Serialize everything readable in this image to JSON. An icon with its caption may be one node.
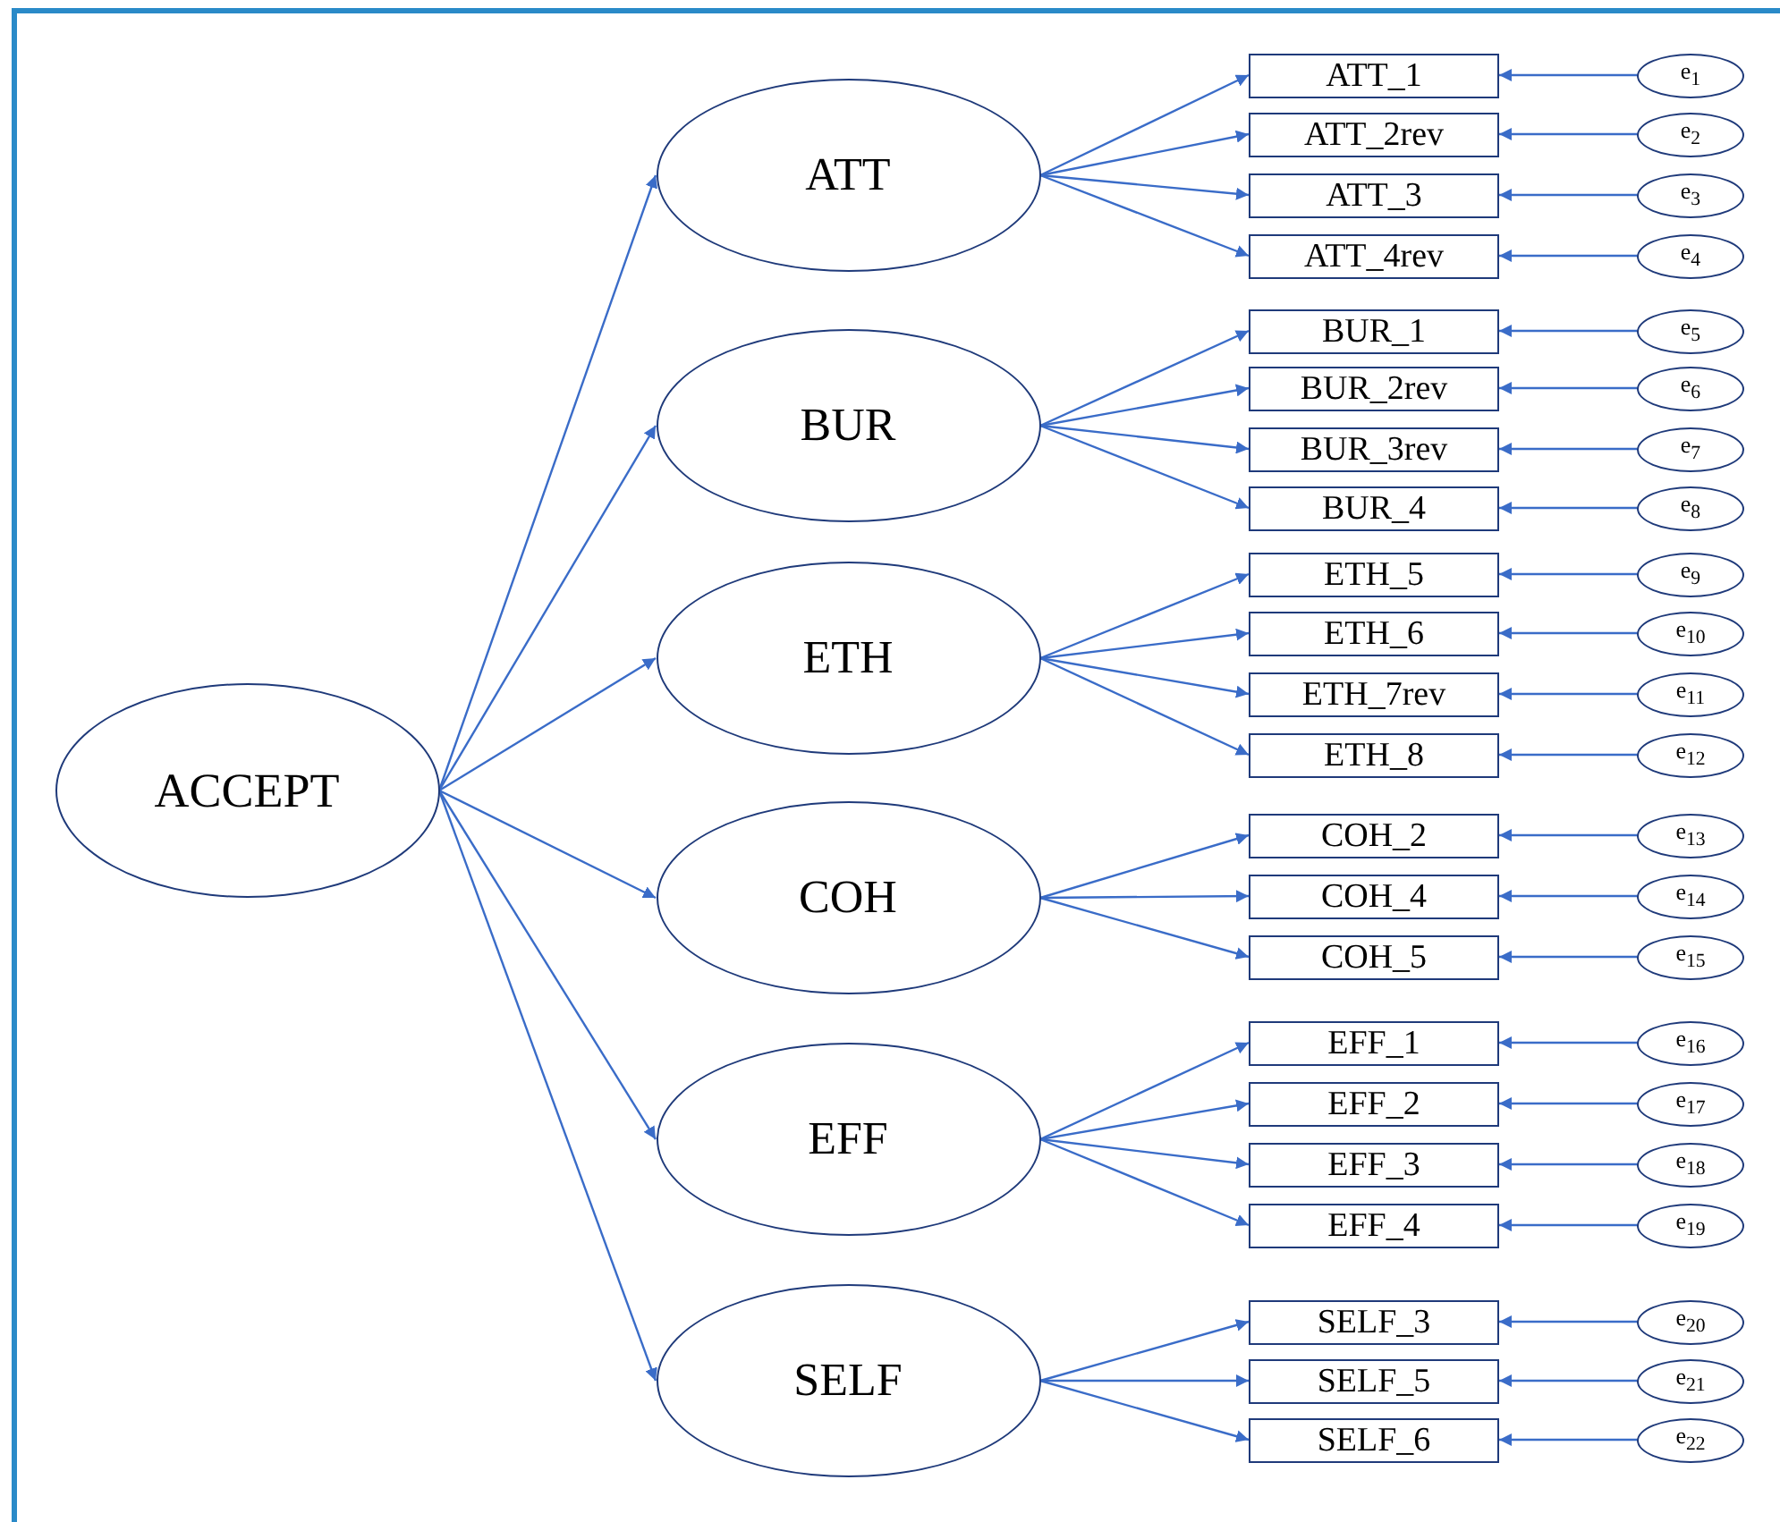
{
  "diagram": {
    "nodes": [
      {
        "text": [
          "ACCEPT"
        ]
      },
      {
        "text": [
          "ATT"
        ]
      },
      {
        "text": [
          "BUR"
        ]
      },
      {
        "text": [
          "ETH"
        ]
      },
      {
        "text": [
          "COH"
        ]
      },
      {
        "text": [
          "EFF"
        ]
      },
      {
        "text": [
          "SELF"
        ]
      },
      {
        "text": [
          "ATT_1"
        ]
      },
      {
        "text": [
          "ATT_2rev"
        ]
      },
      {
        "text": [
          "ATT_3"
        ]
      },
      {
        "text": [
          "ATT_4rev"
        ]
      },
      {
        "text": [
          "BUR_1"
        ]
      },
      {
        "text": [
          "BUR_2rev"
        ]
      },
      {
        "text": [
          "BUR_3rev"
        ]
      },
      {
        "text": [
          "BUR_4"
        ]
      },
      {
        "text": [
          "ETH_5"
        ]
      },
      {
        "text": [
          "ETH_6"
        ]
      },
      {
        "text": [
          "ETH_7rev"
        ]
      },
      {
        "text": [
          "ETH_8"
        ]
      },
      {
        "text": [
          "COH_2"
        ]
      },
      {
        "text": [
          "COH_4"
        ]
      },
      {
        "text": [
          "COH_5"
        ]
      },
      {
        "text": [
          "EFF_1"
        ]
      },
      {
        "text": [
          "EFF_2"
        ]
      },
      {
        "text": [
          "EFF_3"
        ]
      },
      {
        "text": [
          "EFF_4"
        ]
      },
      {
        "text": [
          "SELF_3"
        ]
      },
      {
        "text": [
          "SELF_5"
        ]
      },
      {
        "text": [
          "SELF_6"
        ]
      },
      {
        "text": [
          "e$_{1}$"
        ]
      },
      {
        "text": [
          "e$_{2}$"
        ]
      },
      {
        "text": [
          "e$_{3}$"
        ]
      },
      {
        "text": [
          "e$_{4}$"
        ]
      },
      {
        "text": [
          "e$_{5}$"
        ]
      },
      {
        "text": [
          "e$_{6}$"
        ]
      },
      {
        "text": [
          "e$_{7}$"
        ]
      },
      {
        "text": [
          "e$_{8}$"
        ]
      },
      {
        "text": [
          "e$_{9}$"
        ]
      },
      {
        "text": [
          "e$_{10}$"
        ]
      },
      {
        "text": [
          "e$_{11}$"
        ]
      },
      {
        "text": [
          "e$_{12}$"
        ]
      },
      {
        "text": [
          "e$_{13}$"
        ]
      },
      {
        "text": [
          "e$_{14}$"
        ]
      },
      {
        "text": [
          "e$_{15}$"
        ]
      },
      {
        "text": [
          "e$_{16}$"
        ]
      },
      {
        "text": [
          "e$_{17}$"
        ]
      },
      {
        "text": [
          "e$_{18}$"
        ]
      },
      {
        "text": [
          "e$_{19}$"
        ]
      },
      {
        "text": [
          "e$_{20}$"
        ]
      },
      {
        "text": [
          "e$_{21}$"
        ]
      },
      {
        "text": [
          "e$_{22}$"
        ]
      }
    ],
    "edges": [
      {
        "from": 0,
        "to": 1,
        "arrow": "to"
      },
      {
        "from": 0,
        "to": 2,
        "arrow": "to"
      },
      {
        "from": 0,
        "to": 3,
        "arrow": "to"
      },
      {
        "from": 0,
        "to": 4,
        "arrow": "to"
      },
      {
        "from": 0,
        "to": 5,
        "arrow": "to"
      },
      {
        "from": 0,
        "to": 6,
        "arrow": "to"
      },
      {
        "from": 1,
        "to": 7,
        "arrow": "to"
      },
      {
        "from": 1,
        "to": 8,
        "arrow": "to"
      },
      {
        "from": 1,
        "to": 9,
        "arrow": "to"
      },
      {
        "from": 1,
        "to": 10,
        "arrow": "to"
      },
      {
        "from": 2,
        "to": 11,
        "arrow": "to"
      },
      {
        "from": 2,
        "to": 12,
        "arrow": "to"
      },
      {
        "from": 2,
        "to": 13,
        "arrow": "to"
      },
      {
        "from": 2,
        "to": 14,
        "arrow": "to"
      },
      {
        "from": 3,
        "to": 15,
        "arrow": "to"
      },
      {
        "from": 3,
        "to": 16,
        "arrow": "to"
      },
      {
        "from": 3,
        "to": 17,
        "arrow": "to"
      },
      {
        "from": 3,
        "to": 18,
        "arrow": "to"
      },
      {
        "from": 4,
        "to": 19,
        "arrow": "to"
      },
      {
        "from": 4,
        "to": 20,
        "arrow": "to"
      },
      {
        "from": 4,
        "to": 21,
        "arrow": "to"
      },
      {
        "from": 5,
        "to": 22,
        "arrow": "to"
      },
      {
        "from": 5,
        "to": 23,
        "arrow": "to"
      },
      {
        "from": 5,
        "to": 24,
        "arrow": "to"
      },
      {
        "from": 5,
        "to": 25,
        "arrow": "to"
      },
      {
        "from": 6,
        "to": 26,
        "arrow": "to"
      },
      {
        "from": 6,
        "to": 27,
        "arrow": "to"
      },
      {
        "from": 6,
        "to": 28,
        "arrow": "to"
      },
      {
        "from": 29,
        "to": 7,
        "arrow": "to"
      },
      {
        "from": 30,
        "to": 8,
        "arrow": "to"
      },
      {
        "from": 31,
        "to": 9,
        "arrow": "to"
      },
      {
        "from": 32,
        "to": 10,
        "arrow": "to"
      },
      {
        "from": 33,
        "to": 11,
        "arrow": "to"
      },
      {
        "from": 34,
        "to": 12,
        "arrow": "to"
      },
      {
        "from": 35,
        "to": 13,
        "arrow": "to"
      },
      {
        "from": 36,
        "to": 14,
        "arrow": "to"
      },
      {
        "from": 37,
        "to": 15,
        "arrow": "to"
      },
      {
        "from": 38,
        "to": 16,
        "arrow": "to"
      },
      {
        "from": 39,
        "to": 17,
        "arrow": "to"
      },
      {
        "from": 40,
        "to": 18,
        "arrow": "to"
      },
      {
        "from": 41,
        "to": 19,
        "arrow": "to"
      },
      {
        "from": 42,
        "to": 20,
        "arrow": "to"
      },
      {
        "from": 43,
        "to": 21,
        "arrow": "to"
      },
      {
        "from": 44,
        "to": 22,
        "arrow": "to"
      },
      {
        "from": 45,
        "to": 23,
        "arrow": "to"
      },
      {
        "from": 46,
        "to": 24,
        "arrow": "to"
      },
      {
        "from": 47,
        "to": 25,
        "arrow": "to"
      },
      {
        "from": 48,
        "to": 26,
        "arrow": "to"
      },
      {
        "from": 49,
        "to": 27,
        "arrow": "to"
      },
      {
        "from": 50,
        "to": 28,
        "arrow": "to"
      }
    ]
  }
}
